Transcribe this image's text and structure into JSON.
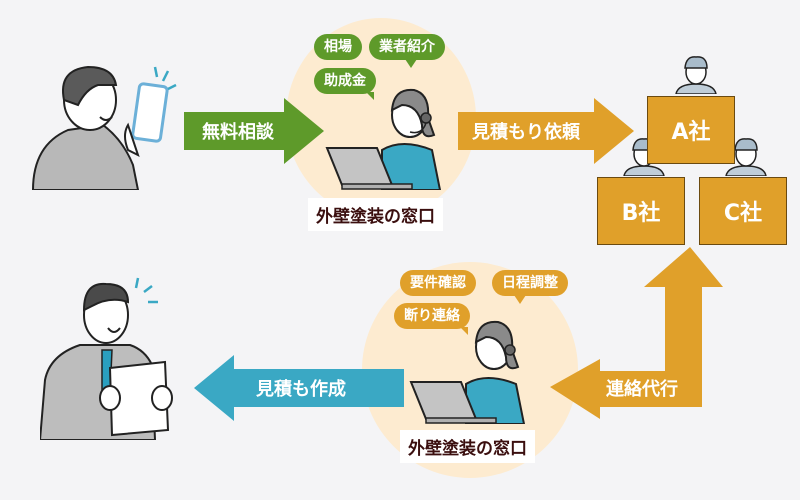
{
  "colors": {
    "background": "#f4f4f6",
    "circle": "#fdebd0",
    "green": "#5e9a2a",
    "orange": "#e0a02a",
    "blue": "#3aa8c4",
    "logo_text": "#3b0f0f"
  },
  "top_flow": {
    "arrow_consult": "無料相談",
    "arrow_request": "見積もり依頼",
    "bubbles": [
      "相場",
      "業者紹介",
      "助成金"
    ],
    "logo": "外壁塗装の窓口"
  },
  "companies": [
    "A社",
    "B社",
    "C社"
  ],
  "bottom_flow": {
    "arrow_contact": "連絡代行",
    "arrow_estimate": "見積も作成",
    "bubbles": [
      "要件確認",
      "日程調整",
      "断り連絡"
    ],
    "logo": "外壁塗装の窓口"
  },
  "figures": {
    "customer_phone": "customer-with-smartphone",
    "operator_top": "operator-with-headset-laptop",
    "operator_bottom": "operator-with-headset-laptop",
    "customer_document": "customer-reading-estimate",
    "workers": "contractor-workers-holding-boards"
  }
}
